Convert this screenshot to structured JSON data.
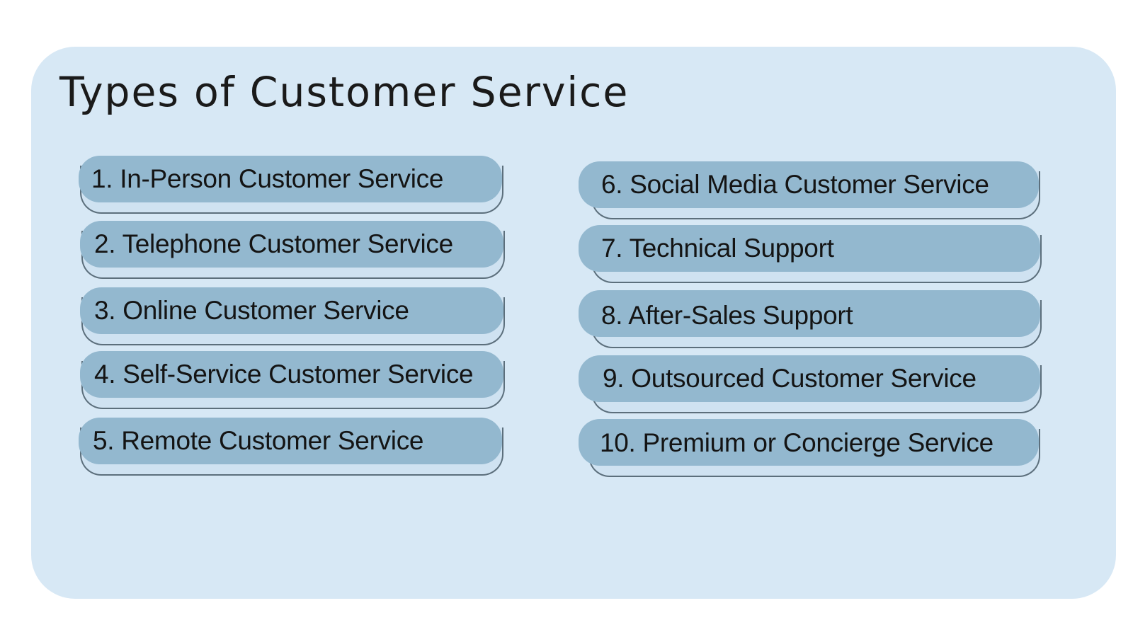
{
  "title": "Types of Customer Service",
  "colors": {
    "background": "#ffffff",
    "panel": "#d7e8f5",
    "pill_fill": "#93b8cf",
    "pill_outline": "#5c6f7c",
    "text": "#141414"
  },
  "left_column": [
    {
      "label": "1. In-Person Customer Service"
    },
    {
      "label": "2. Telephone Customer Service"
    },
    {
      "label": "3. Online Customer Service"
    },
    {
      "label": "4. Self-Service Customer Service"
    },
    {
      "label": "5. Remote Customer Service"
    }
  ],
  "right_column": [
    {
      "label": "6. Social Media Customer Service"
    },
    {
      "label": "7. Technical Support"
    },
    {
      "label": "8. After-Sales Support"
    },
    {
      "label": "9. Outsourced Customer Service"
    },
    {
      "label": "10. Premium or Concierge Service"
    }
  ]
}
